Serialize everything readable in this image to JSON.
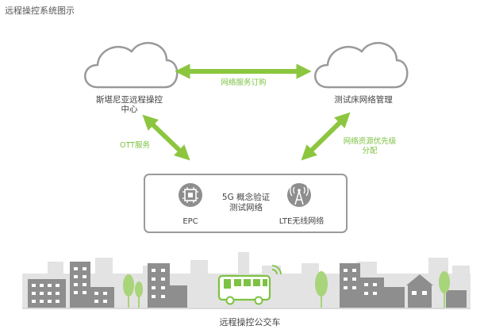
{
  "diagram": {
    "title": "远程操控系统图示",
    "nodes": {
      "left_cloud": [
        "斯堪尼亚远程操控",
        "中心"
      ],
      "right_cloud": "测试床网络管理",
      "network_box": [
        "5G 概念验证",
        "测试网络"
      ],
      "epc": "EPC",
      "lte": "LTE无线网络"
    },
    "edges": {
      "service_order": "网络服务订购",
      "ott": "OTT服务",
      "priority": [
        "网络资源优先级",
        "分配"
      ]
    },
    "footer": "远程操控公交车"
  },
  "colors": {
    "arrow": "#8cc63f",
    "cloud_stroke": "#9a9a9a",
    "building": "#8e8e8e",
    "building_light": "#b5b5b5",
    "building_bg": "#e3e3e3",
    "tree": "#a8d47a",
    "bus": "#7dc242",
    "ground": "#d9d9d9",
    "text": "#555555",
    "edge_label": "#7dc242"
  },
  "icons": [
    "cloud-icon",
    "epc-chip-icon",
    "radio-tower-icon",
    "bus-icon",
    "building-icon",
    "tree-icon"
  ]
}
